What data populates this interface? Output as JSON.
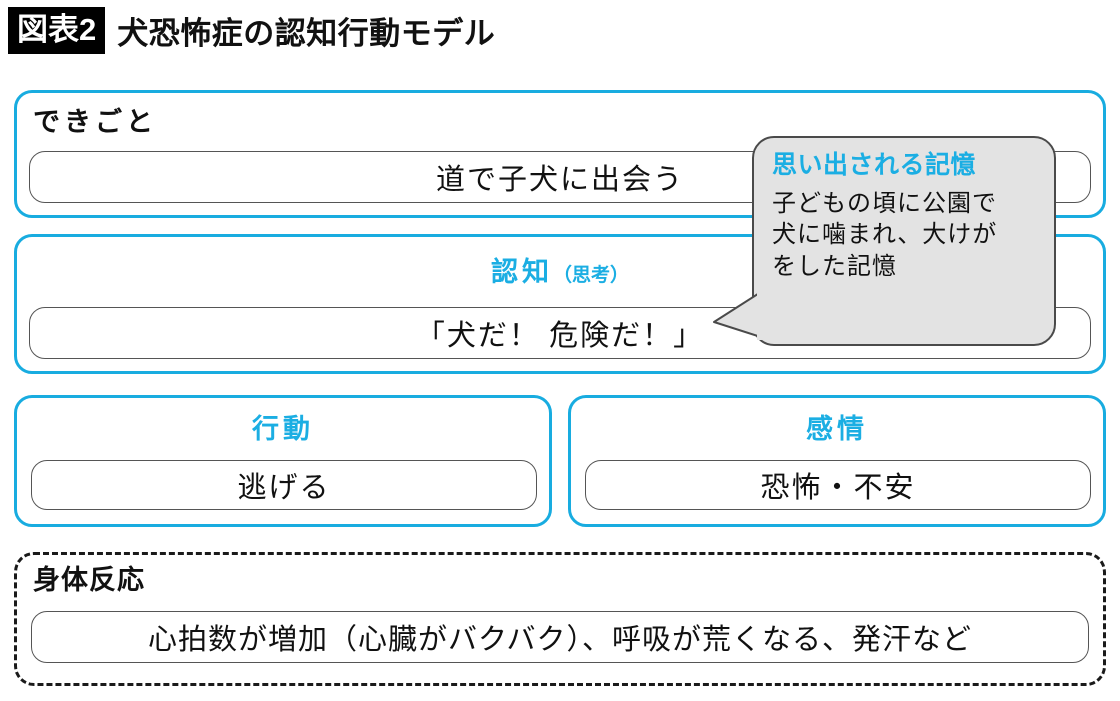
{
  "header": {
    "badge": "図表2",
    "title": "犬恐怖症の認知行動モデル"
  },
  "colors": {
    "accent_blue": "#1BAEE3",
    "badge_bg": "#000000",
    "callout_bg": "#E3E3E3",
    "pill_border": "#555555",
    "text_dark": "#111111"
  },
  "sections": [
    {
      "id": "event",
      "label": "できごと",
      "label_color": "dark",
      "label_align": "left",
      "value": "道で子犬に出会う"
    },
    {
      "id": "cognition",
      "label_main": "認知",
      "label_sub": "（思考）",
      "label_color": "blue",
      "label_align": "center",
      "value": "「犬だ！ 危険だ！」"
    },
    {
      "id": "behavior",
      "label": "行動",
      "label_color": "blue",
      "label_align": "center",
      "value": "逃げる"
    },
    {
      "id": "emotion",
      "label": "感情",
      "label_color": "blue",
      "label_align": "center",
      "value": "恐怖・不安"
    },
    {
      "id": "physical",
      "label": "身体反応",
      "label_color": "dark",
      "label_align": "left",
      "value": "心拍数が増加（心臓がバクバク）、呼吸が荒くなる、発汗など"
    }
  ],
  "callout": {
    "title": "思い出される記憶",
    "body_lines": [
      "子どもの頃に公園で",
      "犬に噛まれ、大けが",
      "をした記憶"
    ]
  }
}
